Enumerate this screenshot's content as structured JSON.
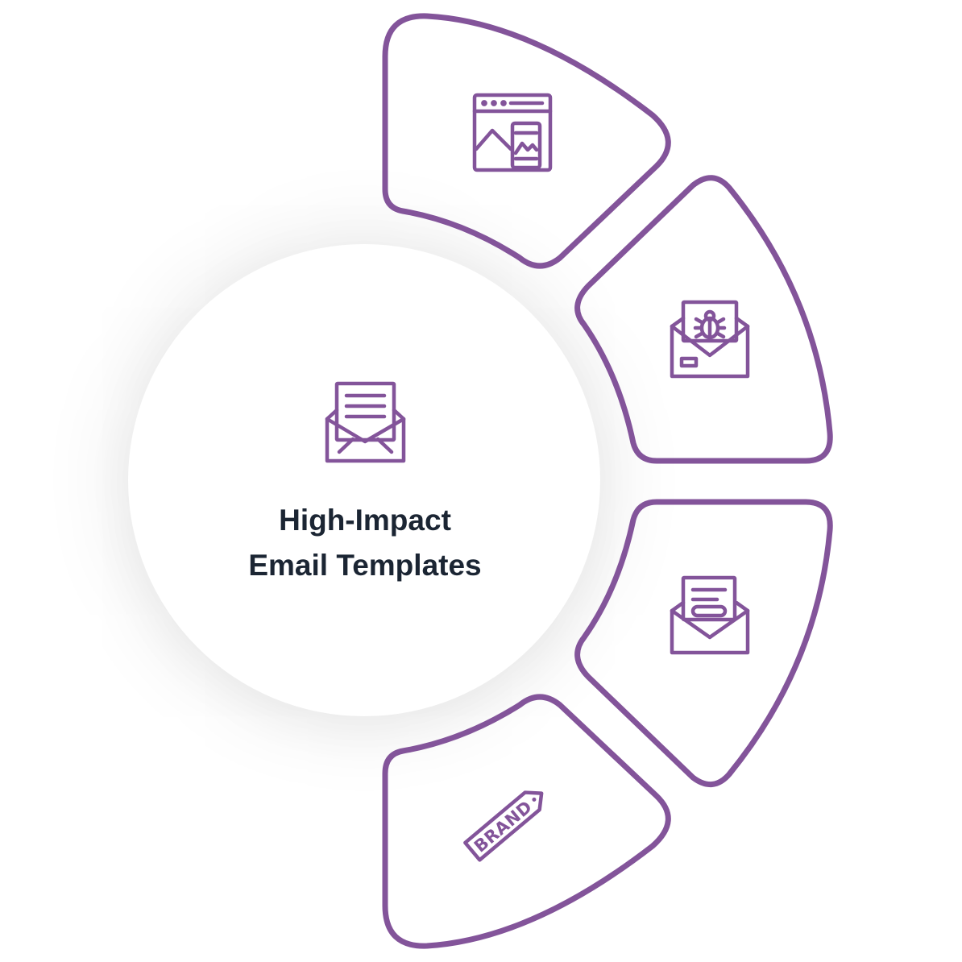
{
  "diagram": {
    "title_lines": [
      "High-Impact",
      "Email Templates"
    ],
    "accent_color": "#83549a",
    "text_color": "#1b2533",
    "center_icon": "open-envelope-letter-icon",
    "segments": [
      {
        "id": "segment-1",
        "icon": "browser-mobile-responsive-icon"
      },
      {
        "id": "segment-2",
        "icon": "envelope-bug-icon"
      },
      {
        "id": "segment-3",
        "icon": "envelope-button-icon"
      },
      {
        "id": "segment-4",
        "icon": "brand-tag-icon",
        "icon_text": "BRAND"
      }
    ]
  }
}
